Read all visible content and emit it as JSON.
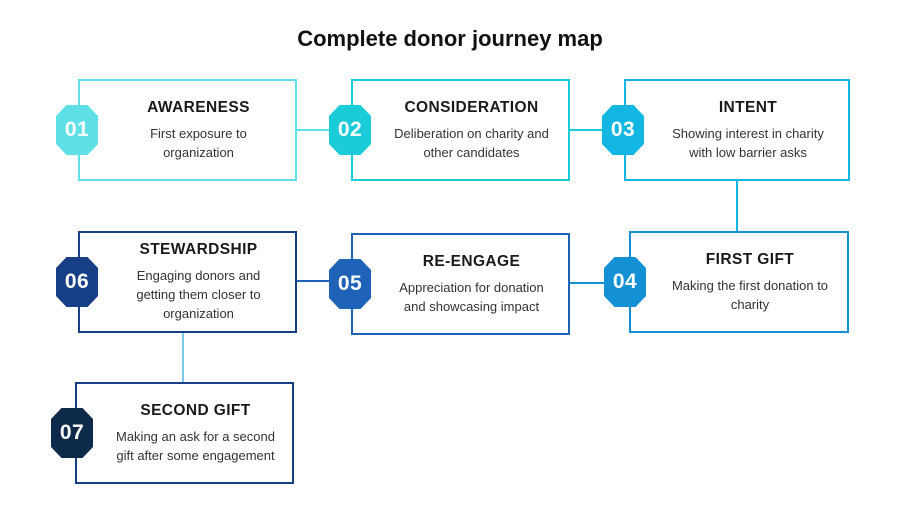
{
  "title": "Complete donor journey map",
  "steps": [
    {
      "number": "01",
      "heading": "AWARENESS",
      "desc_lines": [
        "First exposure to",
        "organization"
      ],
      "badge_color": "#5fe0e6",
      "border_color": "#5fe0e6"
    },
    {
      "number": "02",
      "heading": "CONSIDERATION",
      "desc_lines": [
        "Deliberation on charity and",
        "other candidates"
      ],
      "badge_color": "#1bcbd8",
      "border_color": "#1bcbd8"
    },
    {
      "number": "03",
      "heading": "INTENT",
      "desc_lines": [
        "Showing interest in charity",
        "with low barrier asks"
      ],
      "badge_color": "#11b6e2",
      "border_color": "#11b6e2"
    },
    {
      "number": "04",
      "heading": "FIRST GIFT",
      "desc_lines": [
        "Making the first donation to",
        "charity"
      ],
      "badge_color": "#1490d4",
      "border_color": "#1490d4"
    },
    {
      "number": "05",
      "heading": "RE-ENGAGE",
      "desc_lines": [
        "Appreciation for donation",
        "and showcasing impact"
      ],
      "badge_color": "#1e63b8",
      "border_color": "#1e63b8"
    },
    {
      "number": "06",
      "heading": "STEWARDSHIP",
      "desc_lines": [
        "Engaging donors and",
        "getting them closer to",
        "organization"
      ],
      "badge_color": "#163f85",
      "border_color": "#163f85"
    },
    {
      "number": "07",
      "heading": "SECOND GIFT",
      "desc_lines": [
        "Making an ask for a second",
        "gift after some engagement"
      ],
      "badge_color": "#0e2a4a",
      "border_color": "#163f85"
    }
  ],
  "connector_colors": [
    "#5fe0e6",
    "#1bcbd8",
    "#11b6e2",
    "#1490d4",
    "#1e63b8",
    "#7fc8e6"
  ]
}
